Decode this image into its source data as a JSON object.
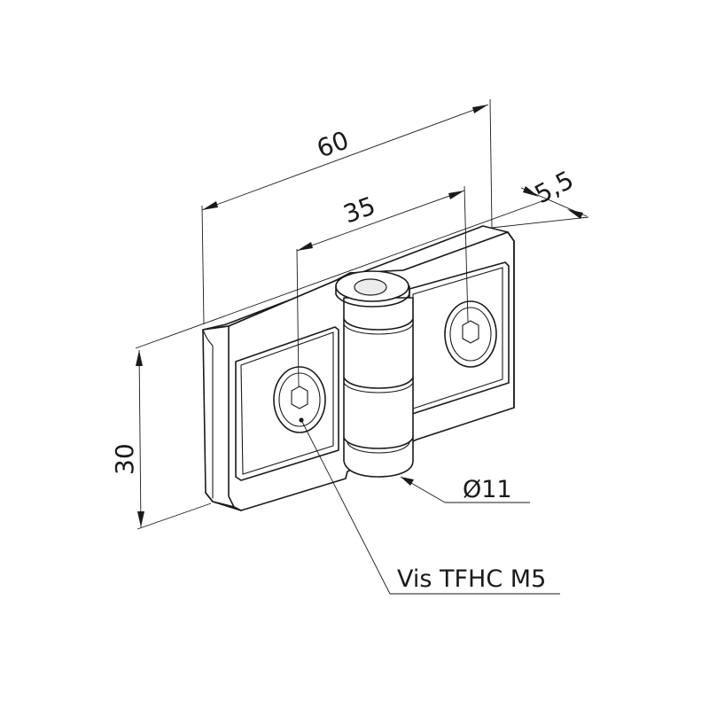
{
  "drawing": {
    "dimensions": {
      "overall_length": "60",
      "hole_spacing": "35",
      "knuckle_offset": "5,5",
      "height": "30"
    },
    "callouts": {
      "pin_diameter": "Ø11",
      "screw": "Vis TFHC M5"
    }
  }
}
